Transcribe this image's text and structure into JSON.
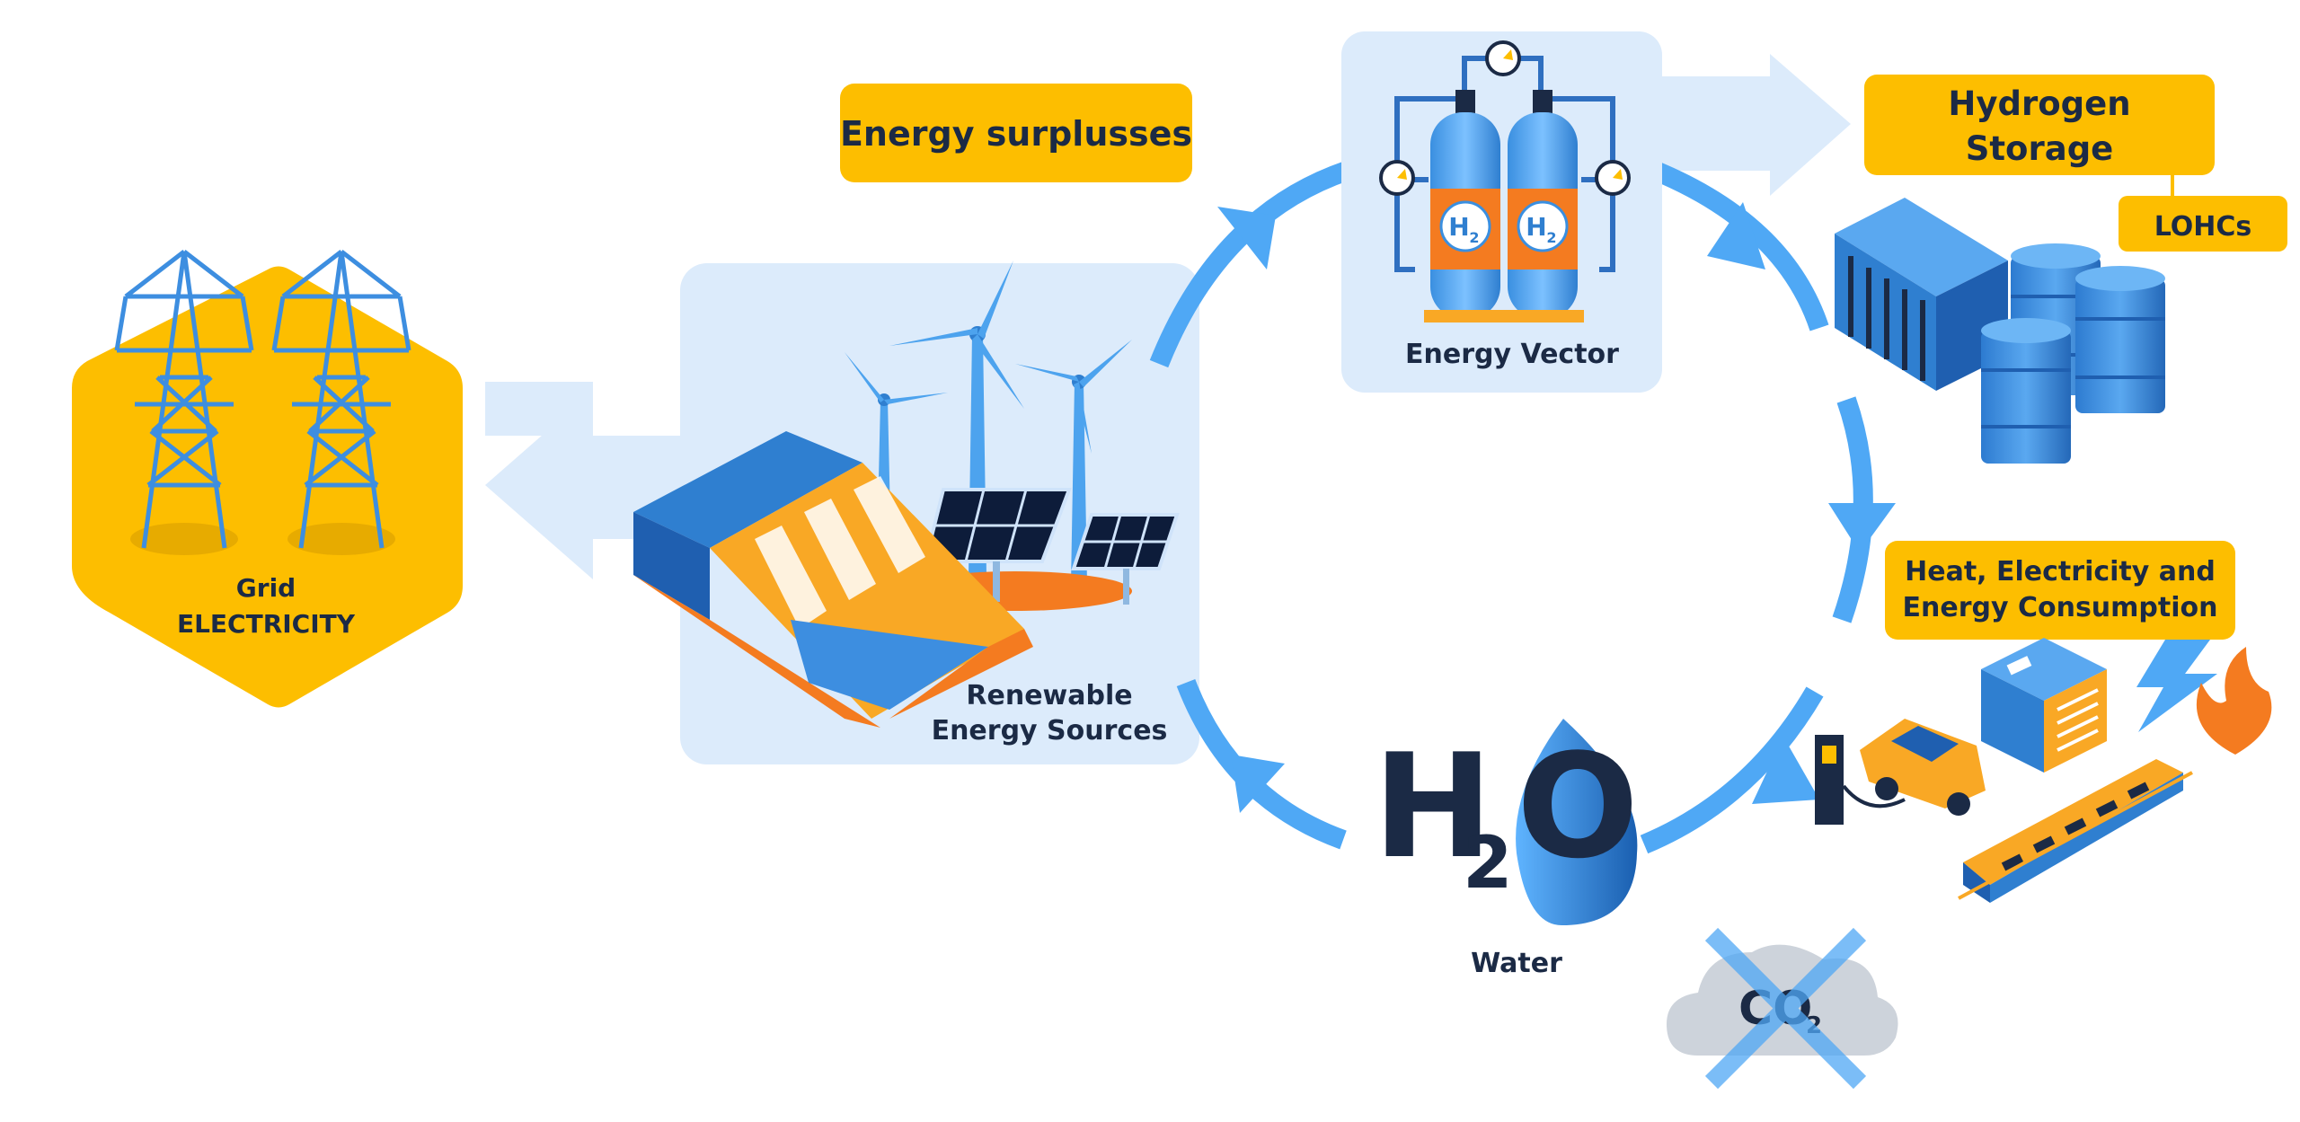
{
  "labels": {
    "energy_surplusses": "Energy surplusses",
    "energy_vector": "Energy Vector",
    "hydrogen_storage_line1": "Hydrogen",
    "hydrogen_storage_line2": "Storage",
    "lohcs": "LOHCs",
    "heat_line1": "Heat, Electricity and",
    "heat_line2": "Energy Consumption",
    "renewable_line1": "Renewable",
    "renewable_line2": "Energy Sources",
    "grid_line1": "Grid",
    "grid_line2": "ELECTRICITY",
    "water": "Water",
    "h2o_h": "H",
    "h2o_sub": "2",
    "h2o_o": "O",
    "tank_h": "H",
    "tank_sub": "2",
    "co2_main": "CO",
    "co2_sub": "2"
  },
  "colors": {
    "yellow": "#FDBE00",
    "light_blue_panel": "#DCEBFB",
    "arrow_blue": "#4FA8F5",
    "dark_navy": "#1B2A45",
    "orange": "#F47B20"
  },
  "icons": [
    "power-tower-icon",
    "wind-turbine-icon",
    "solar-panel-icon",
    "hydro-dam-icon",
    "hydrogen-tank-icon",
    "pressure-gauge-icon",
    "container-icon",
    "barrel-icon",
    "car-icon",
    "ev-charger-icon",
    "building-icon",
    "train-icon",
    "lightning-icon",
    "flame-icon",
    "water-drop-icon",
    "cloud-icon",
    "cross-icon"
  ]
}
